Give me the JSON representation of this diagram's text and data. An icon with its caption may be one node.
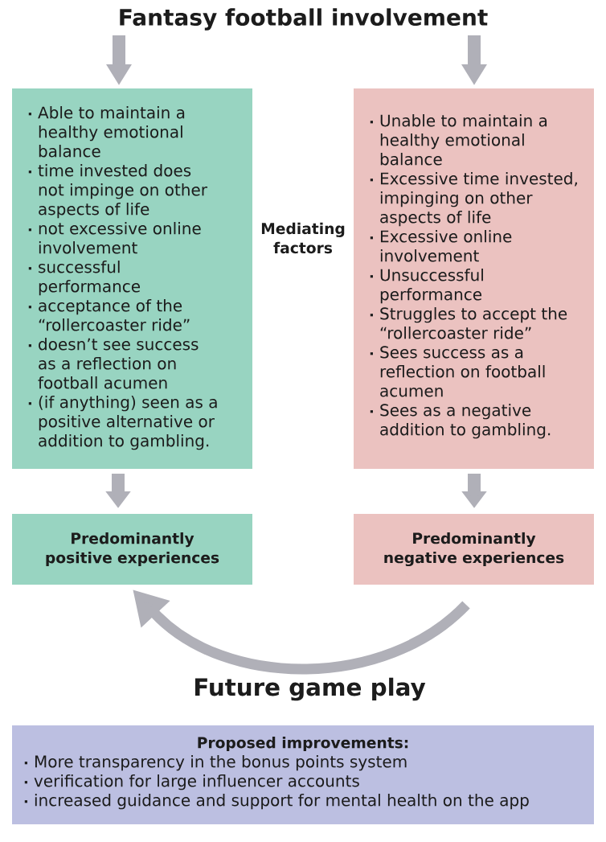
{
  "diagram": {
    "nodes": [
      {
        "text": [
          "Fantasy football involvement"
        ]
      },
      {
        "text": [
          "Able to maintain a healthy emotional balance",
          "time invested does not impinge on other aspects of life",
          "not excessive online involvement",
          "successful performance",
          "acceptance of the “rollercoaster ride”",
          "doesn’t see success as a reflection on football acumen",
          "(if anything) seen as a positive alternative or addition to gambling."
        ]
      },
      {
        "text": [
          "Unable to maintain a healthy emotional balance",
          "Excessive time invested, impinging on other aspects of life",
          "Excessive online involvement",
          "Unsuccessful performance",
          "Struggles to accept the “rollercoaster ride”",
          "Sees success as a reflection on football acumen",
          "Sees as a negative addition to gambling."
        ]
      },
      {
        "text": [
          "Predominantly positive experiences"
        ]
      },
      {
        "text": [
          "Predominantly negative experiences"
        ]
      },
      {
        "text": [
          "Proposed improvements:",
          "More transparency in the bonus points system",
          "verification for large influencer accounts",
          "increased guidance and support for mental health on the app"
        ]
      }
    ],
    "edges": [
      {
        "from": 0,
        "to": 1,
        "arrow": "to"
      },
      {
        "from": 0,
        "to": 2,
        "arrow": "to"
      },
      {
        "from": 1,
        "to": 3,
        "arrow": "to"
      },
      {
        "from": 2,
        "to": 4,
        "arrow": "to"
      },
      {
        "from": 4,
        "to": 3,
        "arrow": "to",
        "label": "Future game play"
      }
    ],
    "labels": [
      "Mediating factors"
    ]
  }
}
